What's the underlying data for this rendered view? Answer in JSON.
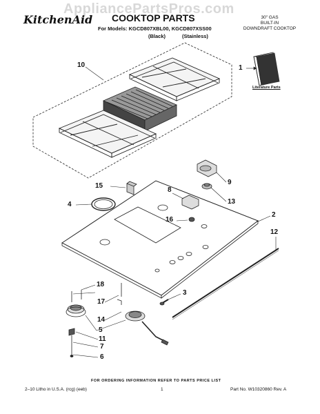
{
  "watermark": "AppliancePartsPros.com",
  "brand": "KitchenAid",
  "title": "COOKTOP PARTS",
  "models_line": "For Models: KGCD807XBL00, KGCD807XSS00",
  "model_variants": [
    "(Black)",
    "(Stainless)"
  ],
  "product_desc": [
    "30\" GAS",
    "BUILT-IN",
    "DOWNDRAFT COOKTOP"
  ],
  "literature_label": "Literature Parts",
  "callouts": [
    "1",
    "10",
    "9",
    "15",
    "8",
    "13",
    "4",
    "16",
    "2",
    "12",
    "18",
    "3",
    "17",
    "14",
    "5",
    "11",
    "7",
    "6"
  ],
  "footer": {
    "order_note": "FOR ORDERING INFORMATION REFER TO PARTS PRICE LIST",
    "litho": "2–10 Litho in U.S.A. (rcg) (eeb)",
    "page_number": "1",
    "part_no": "Part No. W10320860 Rev. A"
  }
}
